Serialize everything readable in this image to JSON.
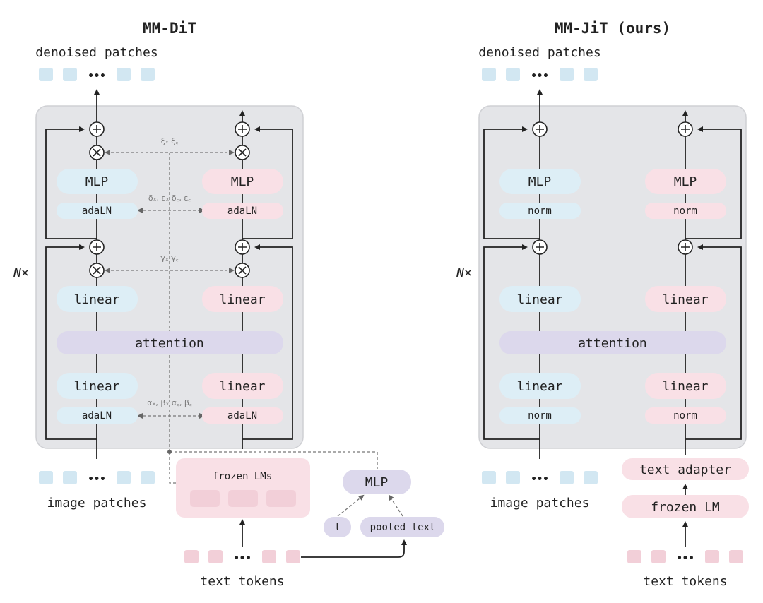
{
  "left": {
    "title": "MM-DiT",
    "output_label": "denoised patches",
    "repeat_label": "N×",
    "image_col": {
      "mlp": "MLP",
      "adaln_top": "adaLN",
      "linear_top": "linear",
      "linear_bottom": "linear",
      "adaln_bottom": "adaLN"
    },
    "text_col": {
      "mlp": "MLP",
      "adaln_top": "adaLN",
      "linear_top": "linear",
      "linear_bottom": "linear",
      "adaln_bottom": "adaLN"
    },
    "attention": "attention",
    "param_zeta": "ξₓ     ξ꜀",
    "param_delta": "δₓ, εₓ δ꜀, ε꜀",
    "param_gamma": "γₓ     γ꜀",
    "param_alpha": "αₓ, βₓ α꜀, β꜀",
    "image_input_label": "image patches",
    "frozen_lms": "frozen LMs",
    "cond_mlp": "MLP",
    "t_label": "t",
    "pooled_text": "pooled text",
    "text_input_label": "text tokens",
    "ellipsis": "•••"
  },
  "right": {
    "title": "MM-JiT (ours)",
    "output_label": "denoised patches",
    "repeat_label": "N×",
    "image_col": {
      "mlp": "MLP",
      "norm_top": "norm",
      "linear_top": "linear",
      "linear_bottom": "linear",
      "norm_bottom": "norm"
    },
    "text_col": {
      "mlp": "MLP",
      "norm_top": "norm",
      "linear_top": "linear",
      "linear_bottom": "linear",
      "norm_bottom": "norm"
    },
    "attention": "attention",
    "image_input_label": "image patches",
    "text_adapter": "text adapter",
    "frozen_lm": "frozen LM",
    "text_input_label": "text tokens",
    "ellipsis": "•••"
  },
  "colors": {
    "block_bg": "#e4e5e8",
    "blue": "#ddeef6",
    "pink": "#f9e0e6",
    "purple": "#dcd8ec",
    "patch_blue": "#d2e7f2",
    "patch_pink": "#f2cfd8"
  }
}
